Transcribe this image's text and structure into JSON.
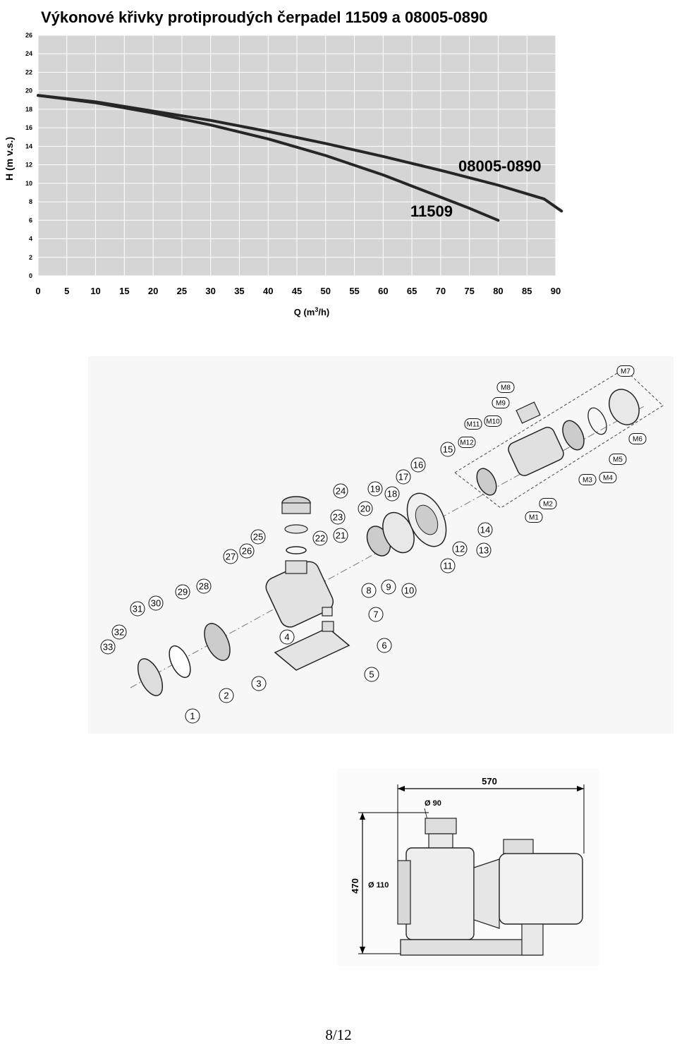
{
  "chart_data": {
    "type": "line",
    "title": "Výkonové křivky protiproudých čerpadel 11509 a 08005-0890",
    "xlabel_pre": "Q (m",
    "xlabel_sup": "3",
    "xlabel_post": "/h)",
    "ylabel": "H (m v.s.)",
    "xlim": [
      0,
      90
    ],
    "ylim": [
      0,
      26
    ],
    "xticks": [
      "0",
      "5",
      "10",
      "15",
      "20",
      "25",
      "30",
      "35",
      "40",
      "45",
      "50",
      "55",
      "60",
      "65",
      "70",
      "75",
      "80",
      "85",
      "90"
    ],
    "yticks": [
      "0",
      "2",
      "4",
      "6",
      "8",
      "10",
      "12",
      "14",
      "16",
      "18",
      "20",
      "22",
      "24",
      "26"
    ],
    "grid": true,
    "series": [
      {
        "name": "08005-0890",
        "x": [
          0,
          10,
          20,
          30,
          40,
          50,
          60,
          70,
          80,
          88,
          91
        ],
        "y": [
          19.5,
          18.8,
          17.8,
          16.8,
          15.6,
          14.3,
          12.9,
          11.4,
          9.8,
          8.3,
          7.0
        ]
      },
      {
        "name": "11509",
        "x": [
          0,
          10,
          20,
          30,
          40,
          50,
          60,
          70,
          75,
          80
        ],
        "y": [
          19.5,
          18.7,
          17.6,
          16.3,
          14.8,
          13.0,
          10.9,
          8.5,
          7.3,
          6.0
        ]
      }
    ]
  },
  "exploded_view": {
    "callouts": [
      "1",
      "2",
      "3",
      "4",
      "5",
      "6",
      "7",
      "8",
      "9",
      "10",
      "11",
      "12",
      "13",
      "14",
      "15",
      "16",
      "17",
      "18",
      "19",
      "20",
      "21",
      "22",
      "23",
      "24",
      "25",
      "26",
      "27",
      "28",
      "29",
      "30",
      "31",
      "32",
      "33",
      "M1",
      "M2",
      "M3",
      "M4",
      "M5",
      "M6",
      "M7",
      "M8",
      "M9",
      "M10",
      "M11",
      "M12"
    ]
  },
  "dimensions": {
    "length": "570",
    "height": "470",
    "outlet": "Ø 90",
    "inlet": "Ø 110"
  },
  "page": {
    "number": "8/12"
  }
}
